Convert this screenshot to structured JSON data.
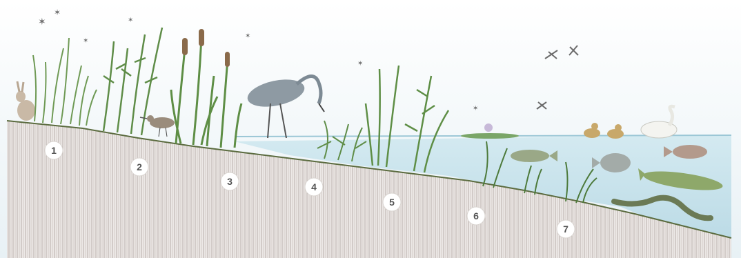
{
  "zones": [
    {
      "number": "1"
    },
    {
      "number": "2"
    },
    {
      "number": "3"
    },
    {
      "number": "4"
    },
    {
      "number": "5"
    },
    {
      "number": "6"
    },
    {
      "number": "7"
    }
  ],
  "colors": {
    "sky": "#eef4f7",
    "water": "#cfe6ee",
    "soil_lines": "#b9b0ab",
    "plant": "#6f9a55",
    "plant_dark": "#4d7a3b",
    "heron": "#7d8a94",
    "fish": "#8aa07a"
  }
}
